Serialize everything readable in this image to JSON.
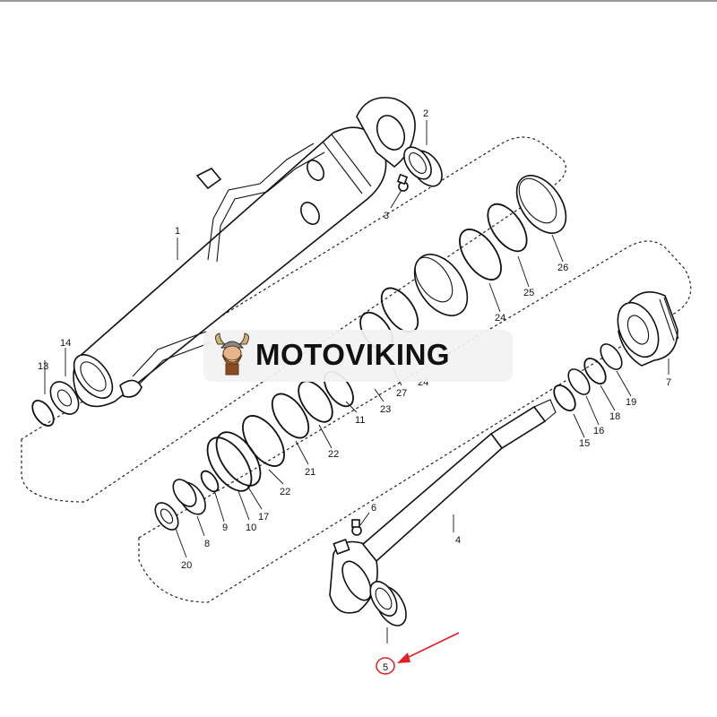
{
  "watermark": {
    "brand_text": "MOTOVIKING"
  },
  "callouts": [
    {
      "id": "c1",
      "text": "1"
    },
    {
      "id": "c2",
      "text": "2"
    },
    {
      "id": "c3",
      "text": "3"
    },
    {
      "id": "c4",
      "text": "4"
    },
    {
      "id": "c5",
      "text": "5"
    },
    {
      "id": "c6",
      "text": "6"
    },
    {
      "id": "c7",
      "text": "7"
    },
    {
      "id": "c8",
      "text": "8"
    },
    {
      "id": "c9",
      "text": "9"
    },
    {
      "id": "c10",
      "text": "10"
    },
    {
      "id": "c11",
      "text": "11"
    },
    {
      "id": "c13",
      "text": "13"
    },
    {
      "id": "c14",
      "text": "14"
    },
    {
      "id": "c15",
      "text": "15"
    },
    {
      "id": "c16",
      "text": "16"
    },
    {
      "id": "c17",
      "text": "17"
    },
    {
      "id": "c18",
      "text": "18"
    },
    {
      "id": "c19",
      "text": "19"
    },
    {
      "id": "c20",
      "text": "20"
    },
    {
      "id": "c21",
      "text": "21"
    },
    {
      "id": "c22a",
      "text": "22"
    },
    {
      "id": "c22b",
      "text": "22"
    },
    {
      "id": "c23",
      "text": "23"
    },
    {
      "id": "c24",
      "text": "24"
    },
    {
      "id": "c24b",
      "text": "24"
    },
    {
      "id": "c25",
      "text": "25"
    },
    {
      "id": "c26",
      "text": "26"
    },
    {
      "id": "c27",
      "text": "27"
    }
  ],
  "highlight": {
    "part": "5",
    "color": "#e0202a"
  }
}
